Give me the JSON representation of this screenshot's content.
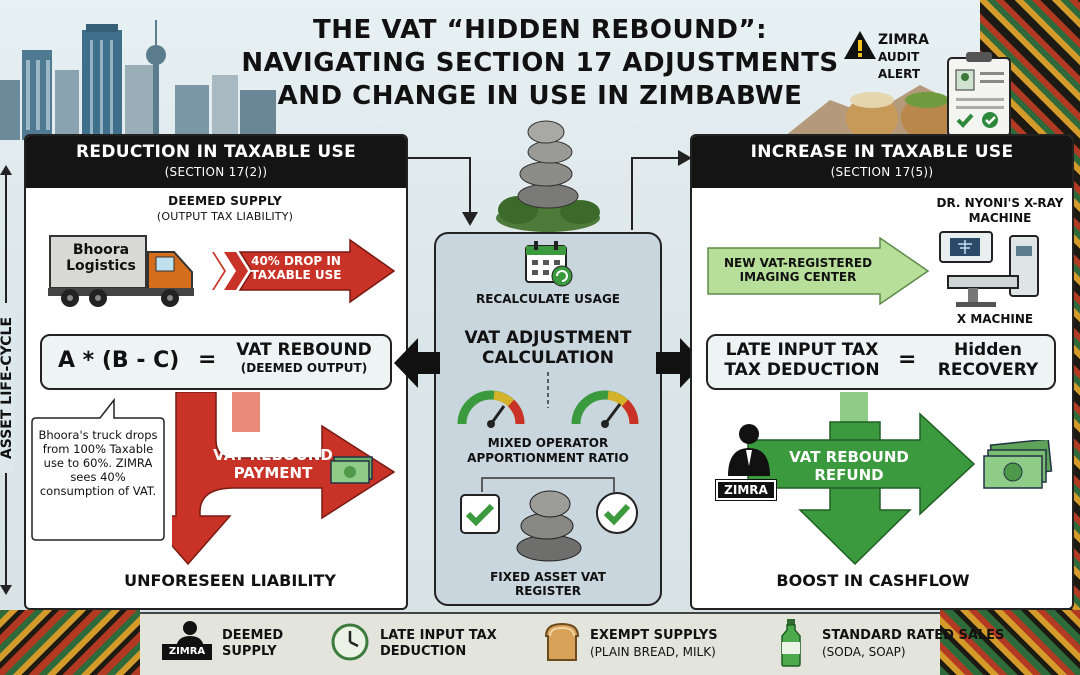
{
  "title": {
    "line1": "THE VAT “HIDDEN REBOUND”:",
    "line2": "NAVIGATING SECTION 17 ADJUSTMENTS",
    "line3": "AND CHANGE IN USE IN ZIMBABWE"
  },
  "alert": {
    "line1": "ZIMRA",
    "line2": "AUDIT",
    "line3": "ALERT"
  },
  "side_label": "ASSET LIFE-CYCLE",
  "left": {
    "title": "REDUCTION IN TAXABLE USE",
    "subtitle": "(SECTION 17(2))",
    "deemed_title": "DEEMED SUPPLY",
    "deemed_sub": "(OUTPUT TAX LIABILITY)",
    "truck_label": "Bhoora Logistics",
    "drop_arrow": "40% DROP IN TAXABLE USE",
    "formula": "A * (B - C)",
    "eq": "=",
    "rebound": "VAT REBOUND",
    "rebound_sub": "(DEEMED OUTPUT)",
    "note": "Bhoora's truck drops from 100% Taxable use to 60%. ZIMRA sees 40% consumption of VAT.",
    "payment": "VAT REBOUND PAYMENT",
    "footer": "UNFORESEEN LIABILITY"
  },
  "center": {
    "recalc": "RECALCULATE USAGE",
    "title": "VAT ADJUSTMENT CALCULATION",
    "ratio": "MIXED OPERATOR APPORTIONMENT RATIO",
    "register": "FIXED ASSET VAT REGISTER"
  },
  "right": {
    "title": "INCREASE IN TAXABLE USE",
    "subtitle": "(SECTION 17(5))",
    "machine_title": "DR. NYONI'S X-RAY MACHINE",
    "machine_caption": "X MACHINE",
    "imaging": "NEW VAT-REGISTERED IMAGING CENTER",
    "late1": "LATE INPUT TAX",
    "late2": "TAX DEDUCTION",
    "eq": "=",
    "hidden1": "Hidden",
    "hidden2": "RECOVERY",
    "zimra": "ZIMRA",
    "refund": "VAT REBOUND REFUND",
    "footer": "BOOST IN CASHFLOW"
  },
  "legend": [
    {
      "badge": "ZIMRA",
      "l1": "DEEMED",
      "l2": "SUPPLY"
    },
    {
      "l1": "LATE INPUT TAX",
      "l2": "DEDUCTION"
    },
    {
      "l1": "EXEMPT SUPPLYS",
      "l2": "(PLAIN BREAD, MILK)"
    },
    {
      "l1": "STANDARD RATED SALES",
      "l2": "(SODA, SOAP)"
    }
  ],
  "colors": {
    "red": "#c93226",
    "green": "#3c9a3e",
    "light_green": "#b8df9a",
    "dark": "#141414",
    "panel_center": "#c9d6de"
  }
}
